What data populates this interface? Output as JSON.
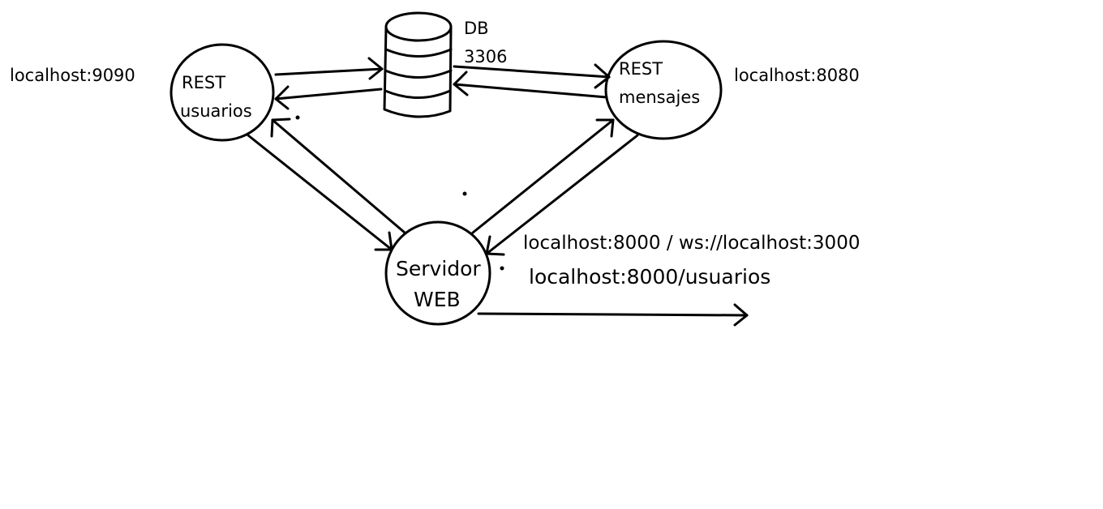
{
  "colors": {
    "stroke": "#000000",
    "background": "#ffffff"
  },
  "nodes": {
    "rest_usuarios": {
      "line1": "REST",
      "line2": "usuarios",
      "address": "localhost:9090"
    },
    "db": {
      "line1": "DB",
      "line2": "3306"
    },
    "rest_mensajes": {
      "line1": "REST",
      "line2": "mensajes",
      "address": "localhost:8080"
    },
    "servidor_web": {
      "line1": "Servidor",
      "line2": "WEB",
      "address1": "localhost:8000  /  ws://localhost:3000",
      "address2": "localhost:8000/usuarios"
    }
  },
  "icons": {
    "database": "database-cylinder-icon"
  }
}
